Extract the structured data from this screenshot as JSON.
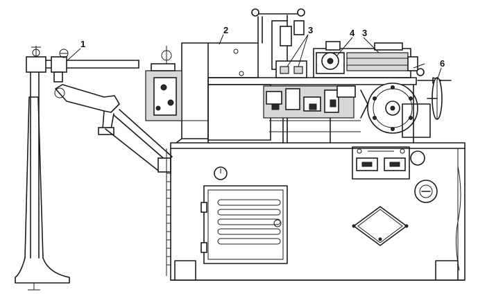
{
  "callouts": {
    "c1": "1",
    "c2": "2",
    "c3a": "3",
    "c3b": "3",
    "c4": "4",
    "c6": "6"
  },
  "colors": {
    "line": "#1a1a1a",
    "background": "#ffffff"
  }
}
